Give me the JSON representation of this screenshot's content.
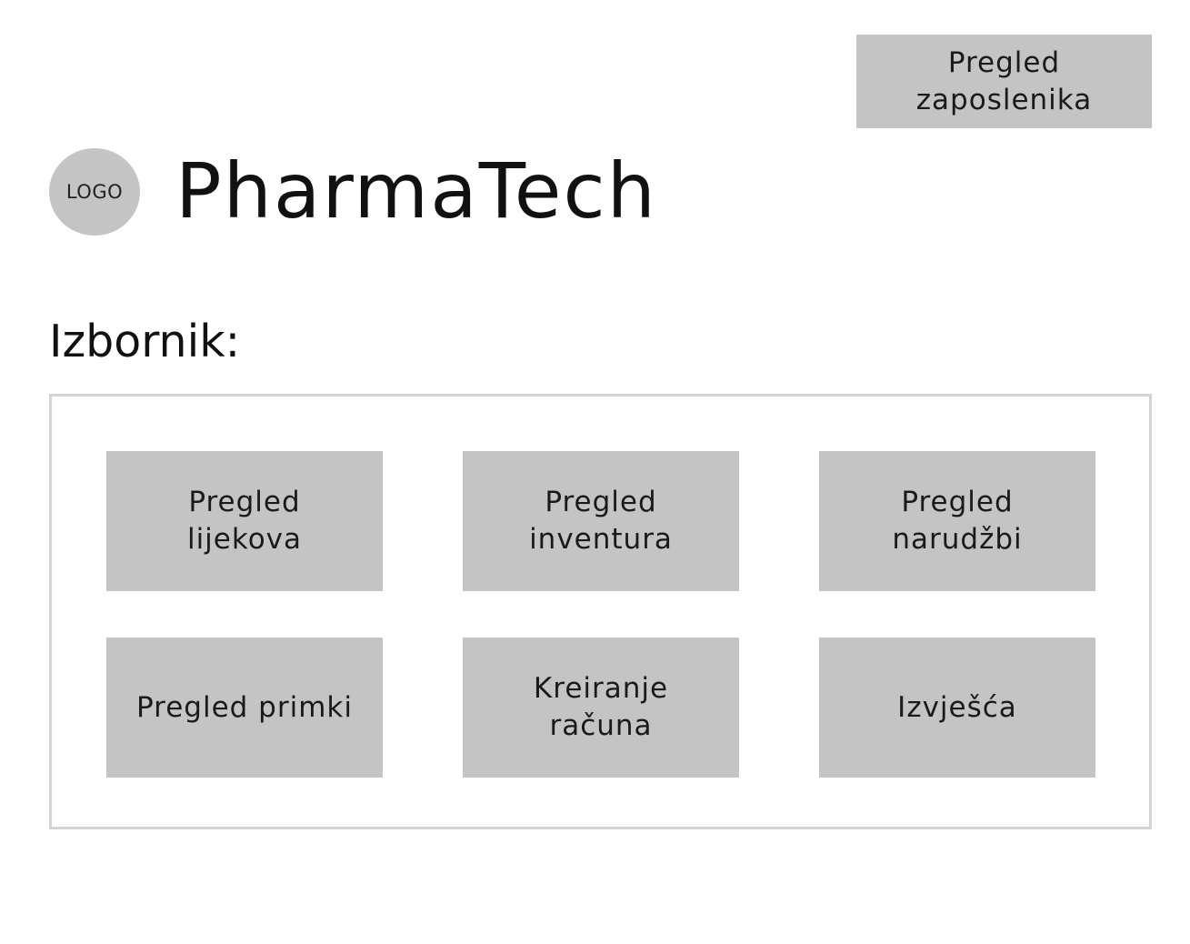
{
  "header": {
    "employees_button_label": "Pregled zaposlenika",
    "logo_text": "LOGO",
    "brand_name": "PharmaTech"
  },
  "menu": {
    "title": "Izbornik:",
    "items": [
      {
        "label": "Pregled lijekova"
      },
      {
        "label": "Pregled inventura"
      },
      {
        "label": "Pregled narudžbi"
      },
      {
        "label": "Pregled primki"
      },
      {
        "label": "Kreiranje računa"
      },
      {
        "label": "Izvješća"
      }
    ]
  },
  "colors": {
    "tile_background": "#c4c4c4",
    "panel_border": "#d4d4d4",
    "text": "#111111"
  }
}
